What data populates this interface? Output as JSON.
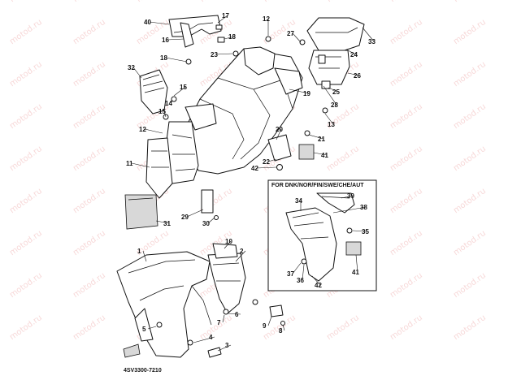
{
  "watermark": "motod.ru",
  "diagram_code": "4SV3300-7210",
  "inset_title": "FOR DNK/NOR/FIN/SWE/CHE/AUT",
  "labels": [
    "1",
    "2",
    "3",
    "4",
    "5",
    "6",
    "7",
    "8",
    "9",
    "10",
    "11",
    "12",
    "12",
    "13",
    "14",
    "15",
    "15",
    "16",
    "17",
    "18",
    "18",
    "19",
    "20",
    "21",
    "22",
    "23",
    "24",
    "25",
    "26",
    "27",
    "28",
    "29",
    "30",
    "31",
    "32",
    "33",
    "34",
    "35",
    "36",
    "37",
    "38",
    "39",
    "40",
    "41",
    "41",
    "42",
    "42"
  ]
}
